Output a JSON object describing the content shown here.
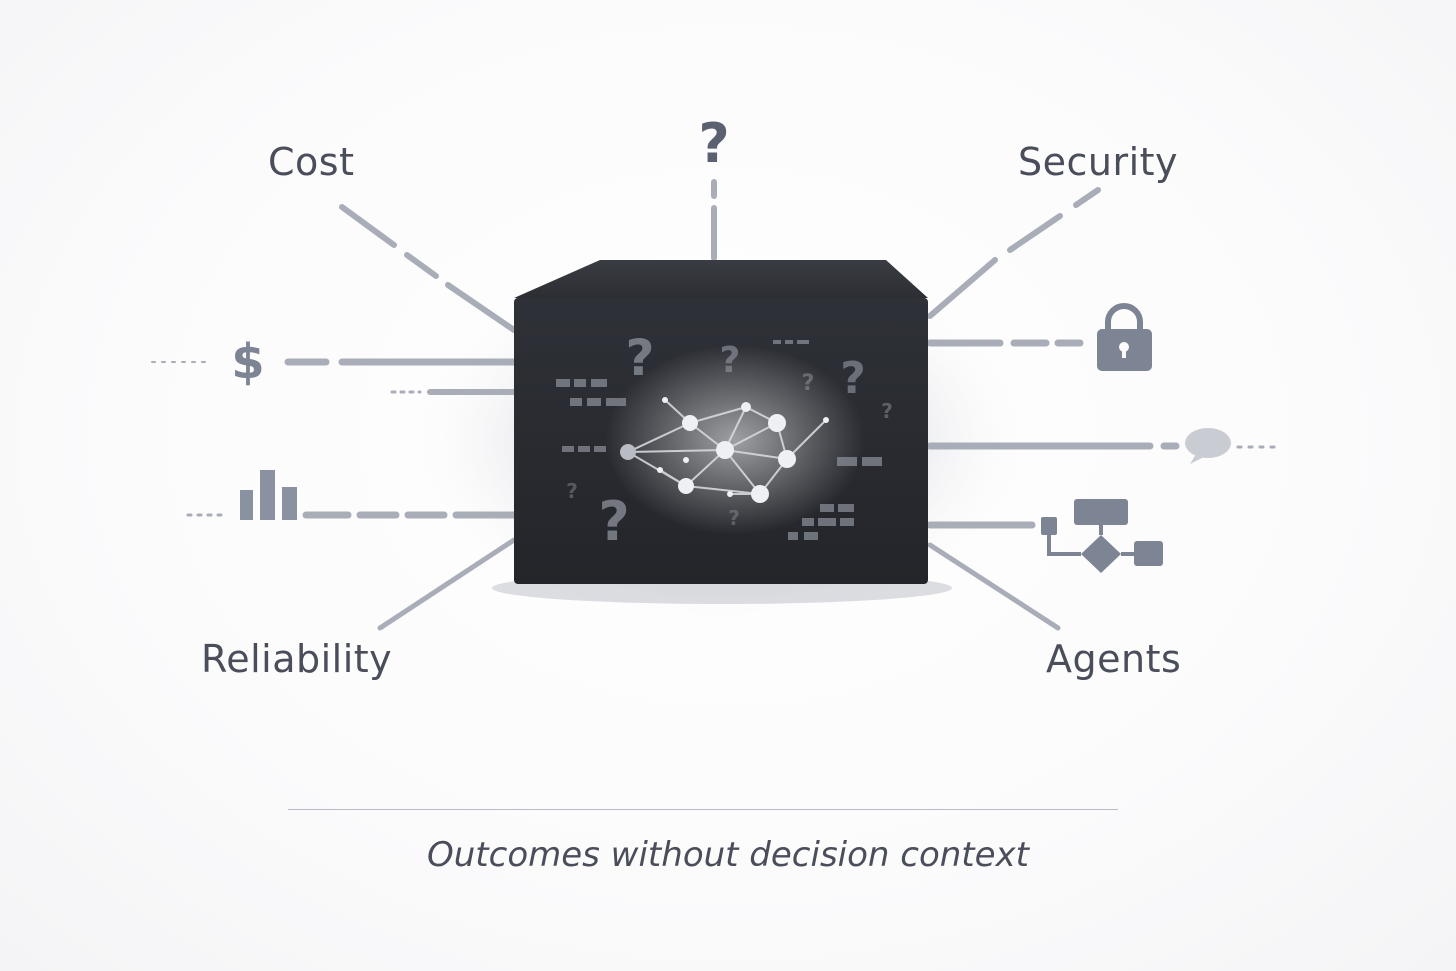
{
  "labels": {
    "cost": "Cost",
    "security": "Security",
    "reliability": "Reliability",
    "agents": "Agents"
  },
  "top_marker": "?",
  "dollar_symbol": "$",
  "box_question_mark": "?",
  "caption": "Outcomes without decision context",
  "icons": [
    "dollar-icon",
    "bar-chart-icon",
    "lock-icon",
    "chat-bubble-icon",
    "flowchart-icon",
    "question-mark-icon",
    "network-graph-icon"
  ],
  "colors": {
    "box": "#2b2d33",
    "lines": "#a9adb8",
    "icon": "#7d8494",
    "text": "#4a4e5a"
  }
}
